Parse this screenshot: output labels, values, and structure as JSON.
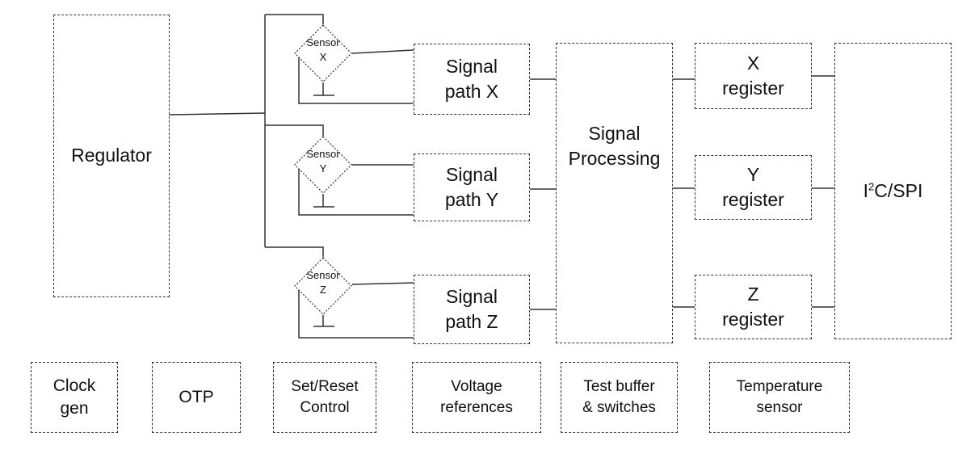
{
  "diagram": {
    "regulator": "Regulator",
    "sensors": [
      {
        "line1": "Sensor",
        "line2": "X"
      },
      {
        "line1": "Sensor",
        "line2": "Y"
      },
      {
        "line1": "Sensor",
        "line2": "Z"
      }
    ],
    "signal_paths": [
      "Signal\npath X",
      "Signal\npath Y",
      "Signal\npath Z"
    ],
    "signal_processing": "Signal\nProcessing",
    "registers": [
      "X\nregister",
      "Y\nregister",
      "Z\nregister"
    ],
    "interface": {
      "prefix": "I",
      "superscript": "2",
      "suffix": "C/SPI"
    },
    "bottom_blocks": [
      "Clock\ngen",
      "OTP",
      "Set/Reset\nControl",
      "Voltage\nreferences",
      "Test buffer\n& switches",
      "Temperature\nsensor"
    ]
  }
}
